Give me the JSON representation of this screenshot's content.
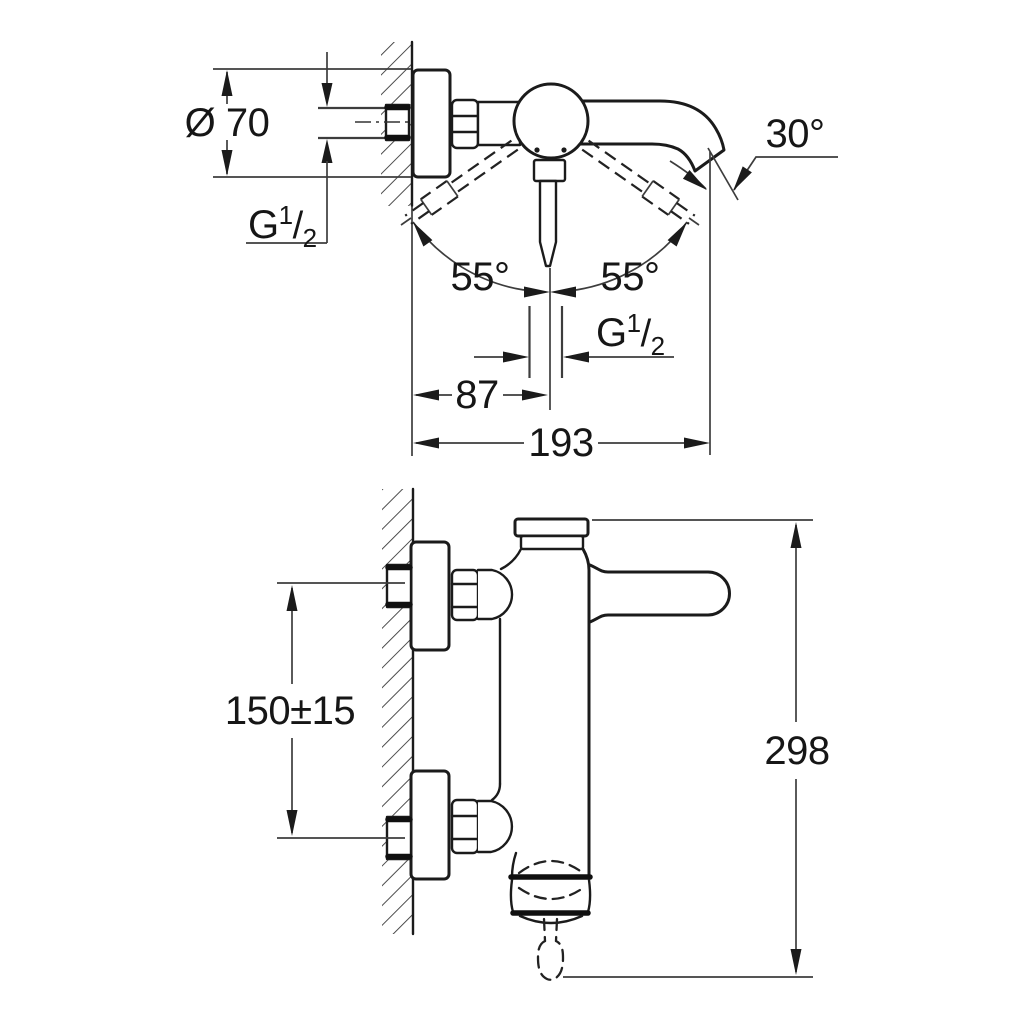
{
  "drawing_type": "bath-mixer-installation-dimension-drawing",
  "colors": {
    "line": "#1b1b1b",
    "dim_line": "#3d3d3d",
    "background": "#ffffff"
  },
  "side_view": {
    "dims": {
      "flange_diameter": "Ø 70",
      "inlet_thread": {
        "g": "G",
        "sup": "1",
        "slash": "/",
        "sub": "2"
      },
      "spout_angle": "30°",
      "handle_swing_left": "55°",
      "handle_swing_right": "55°",
      "outlet_thread": {
        "g": "G",
        "sup": "1",
        "slash": "/",
        "sub": "2"
      },
      "wall_to_handle_center": "87",
      "wall_to_spout_outlet": "193"
    }
  },
  "front_view": {
    "dims": {
      "inlet_pipe_spacing": "150±15",
      "overall_height": "298"
    }
  }
}
